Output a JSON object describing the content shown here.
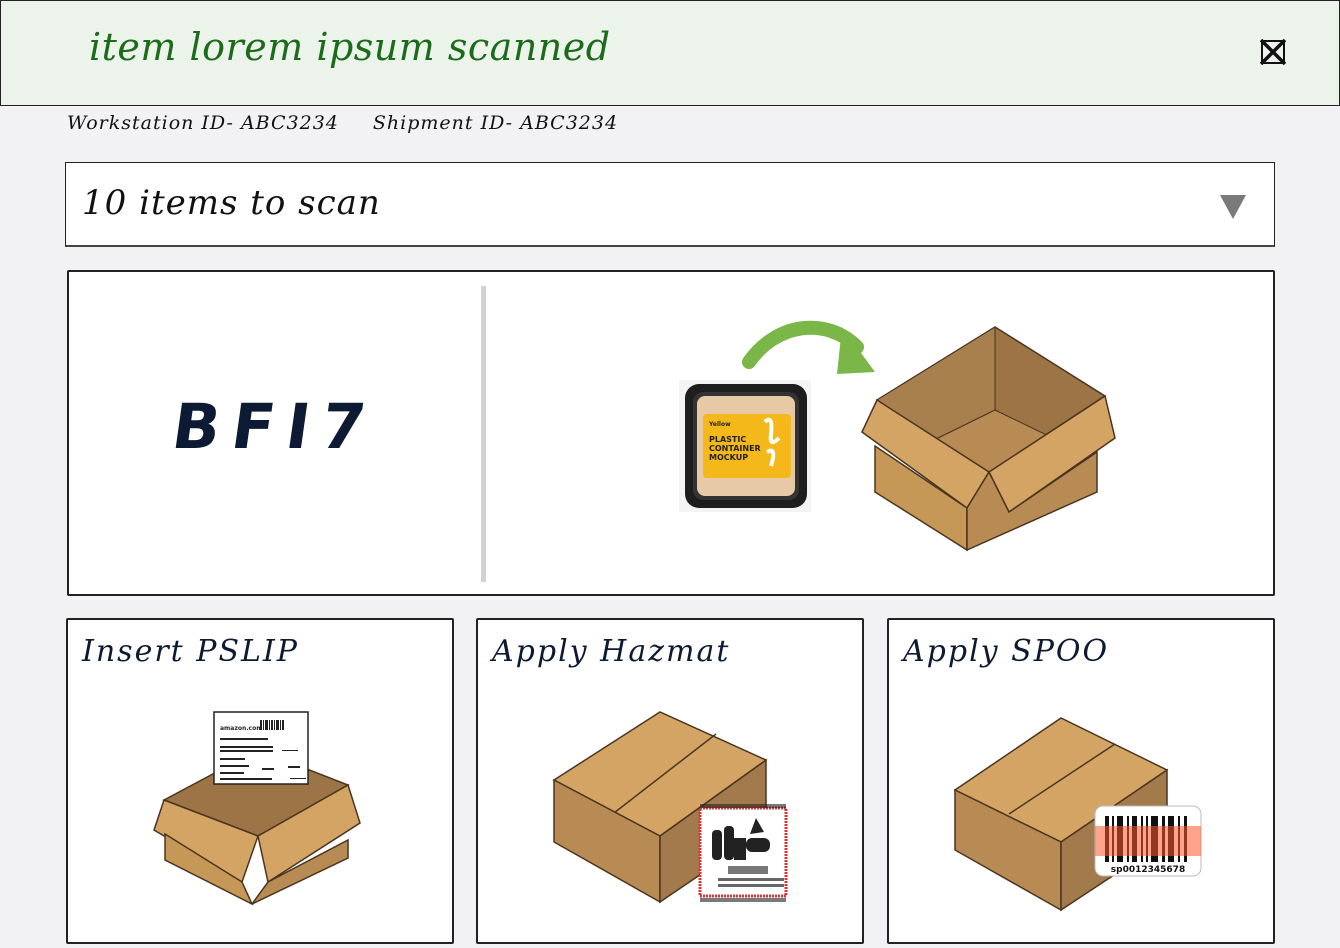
{
  "toast": {
    "message": "item lorem ipsum scanned",
    "close_icon": "close-box-icon",
    "background": "#ecf3ea",
    "text_color": "#1c6b1a"
  },
  "ids": {
    "workstation": "Workstation ID- ABC3234",
    "shipment": "Shipment ID- ABC3234"
  },
  "dropdown": {
    "selected": "10 items to scan",
    "icon": "caret-down-icon"
  },
  "main_panel": {
    "code": "BFI7",
    "illustration": {
      "item_label_brand": "Yellow",
      "item_label_lines": [
        "PLASTIC",
        "CONTAINER",
        "MOCKUP"
      ],
      "arrow_color": "#7ab648",
      "description": "item-into-box"
    }
  },
  "cards": [
    {
      "title": "Insert PSLIP",
      "icon": "box-with-packing-slip-icon",
      "slip_brand": "amazon.com"
    },
    {
      "title": "Apply Hazmat",
      "icon": "box-with-hazmat-label-icon"
    },
    {
      "title": "Apply SPOO",
      "icon": "box-with-barcode-label-icon",
      "barcode_text": "sp0012345678"
    }
  ],
  "colors": {
    "box_top": "#d4a464",
    "box_side": "#b88b55",
    "box_dark": "#a27a4b",
    "box_outline": "#4a3520",
    "page_bg": "#f2f1f3"
  }
}
